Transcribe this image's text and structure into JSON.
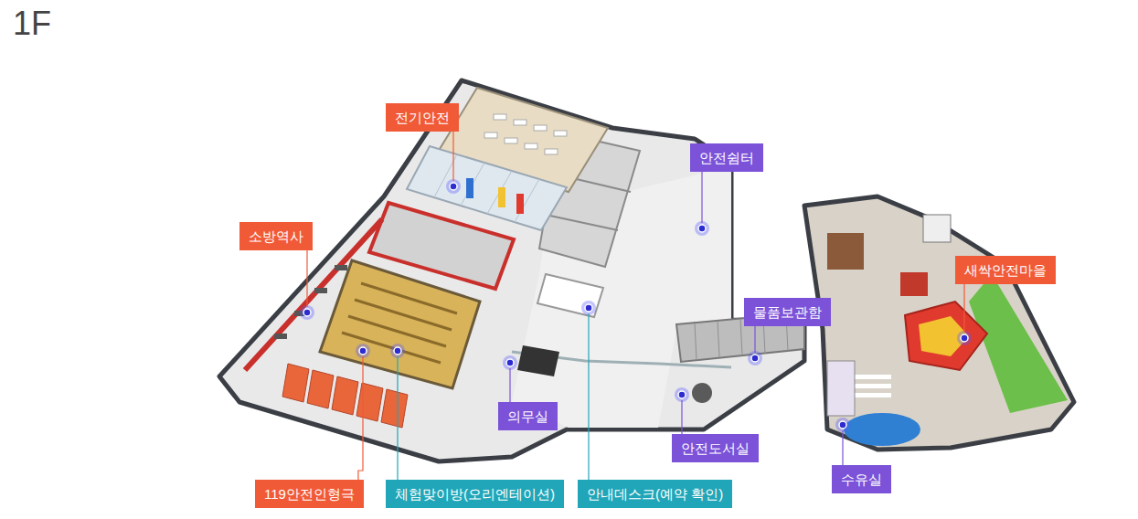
{
  "diagram": {
    "title": "1F",
    "nodes": [
      {
        "text": [
          "전기안전"
        ]
      },
      {
        "text": [
          "안전쉼터"
        ]
      },
      {
        "text": [
          "소방역사"
        ]
      },
      {
        "text": [
          "새싹안전마을"
        ]
      },
      {
        "text": [
          "물품보관함"
        ]
      },
      {
        "text": [
          "의무실"
        ]
      },
      {
        "text": [
          "안전도서실"
        ]
      },
      {
        "text": [
          "수유실"
        ]
      },
      {
        "text": [
          "119안전인형극"
        ]
      },
      {
        "text": [
          "체험맞이방(오리엔테이션)"
        ]
      },
      {
        "text": [
          "안내데스크(예약 확인)"
        ]
      }
    ]
  }
}
